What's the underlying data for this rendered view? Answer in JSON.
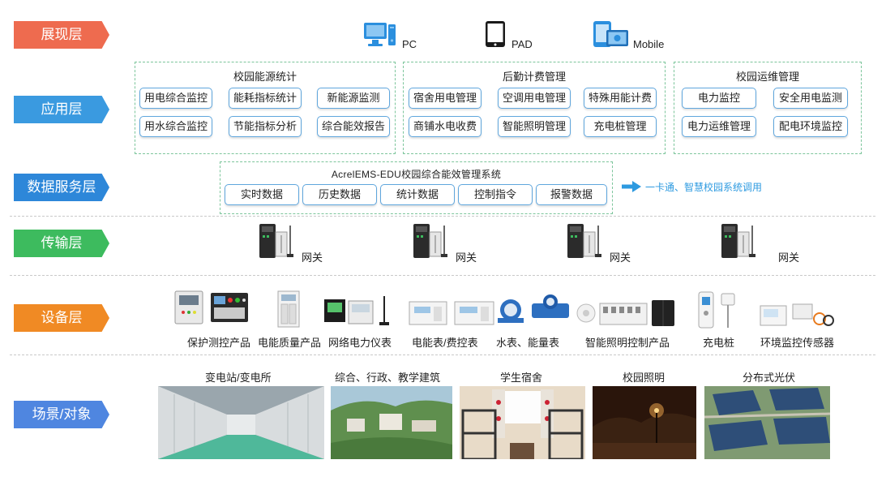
{
  "layers": {
    "presentation": "展现层",
    "application": "应用层",
    "data_service": "数据服务层",
    "transport": "传输层",
    "device": "设备层",
    "scenario": "场景/对象"
  },
  "presentation": {
    "pc": "PC",
    "pad": "PAD",
    "mobile": "Mobile"
  },
  "groups": [
    {
      "title": "校园能源统计",
      "items": [
        "用电综合监控",
        "能耗指标统计",
        "新能源监测",
        "用水综合监控",
        "节能指标分析",
        "综合能效报告"
      ]
    },
    {
      "title": "后勤计费管理",
      "items": [
        "宿舍用电管理",
        "空调用电管理",
        "特殊用能计费",
        "商铺水电收费",
        "智能照明管理",
        "充电桩管理"
      ]
    },
    {
      "title": "校园运维管理",
      "items": [
        "电力监控",
        "安全用电监测",
        "电力运维管理",
        "配电环境监控"
      ]
    }
  ],
  "data_service": {
    "title": "AcrelEMS-EDU校园综合能效管理系统",
    "items": [
      "实时数据",
      "历史数据",
      "统计数据",
      "控制指令",
      "报警数据"
    ],
    "note": "一卡通、智慧校园系统调用"
  },
  "gateway_label": "网关",
  "devices": [
    "保护测控产品",
    "电能质量产品",
    "网络电力仪表",
    "电能表/费控表",
    "水表、能量表",
    "智能照明控制产品",
    "充电桩",
    "环境监控传感器"
  ],
  "scenarios": [
    "变电站/变电所",
    "综合、行政、教学建筑",
    "学生宿舍",
    "校园照明",
    "分布式光伏"
  ],
  "colors": {
    "presentation": "#ee6b4f",
    "application": "#3a9ae0",
    "data_service": "#2d87d9",
    "transport": "#3dbb5e",
    "device": "#f08a24",
    "scenario": "#4f86e0",
    "button_border": "#5fa6dd",
    "group_border": "#7cc59b",
    "note": "#2d9ae0"
  },
  "icons": [
    "desktop-icon",
    "tablet-icon",
    "mobile-icon",
    "arrow-right-icon",
    "gateway-icon"
  ]
}
